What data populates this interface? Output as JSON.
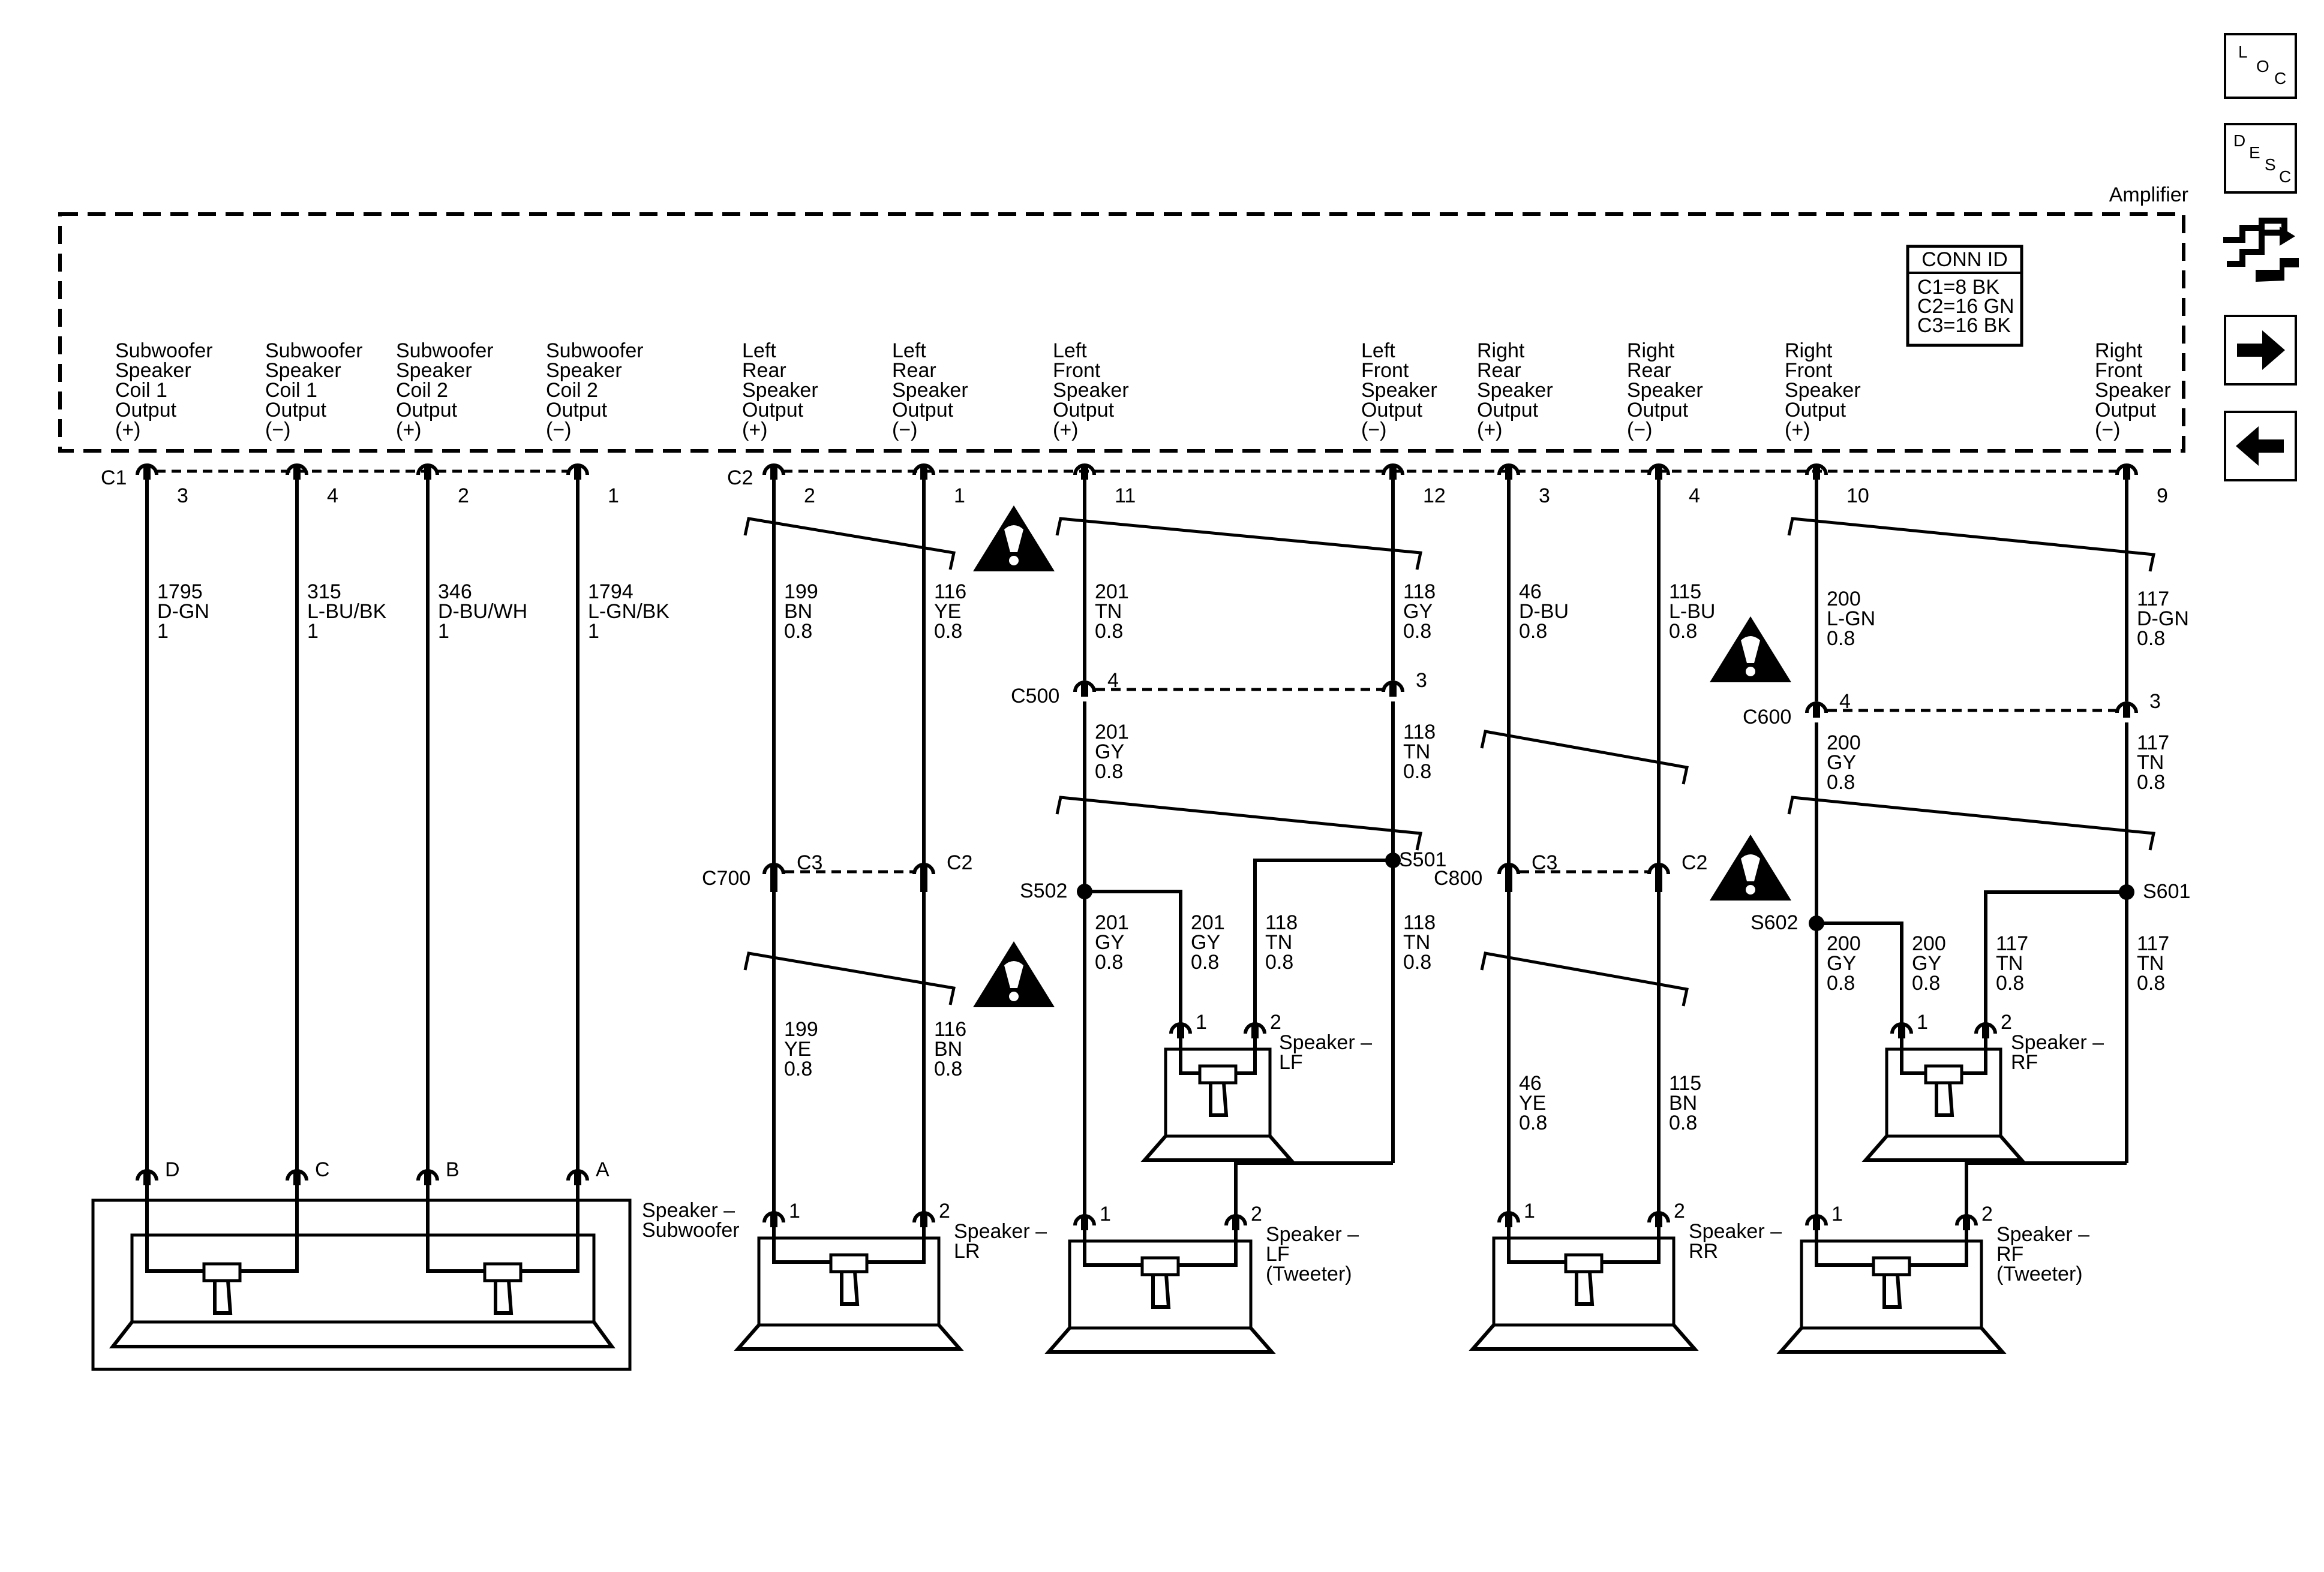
{
  "module": {
    "title": "Amplifier",
    "conn_id": {
      "title": "CONN ID",
      "lines": [
        "C1=8 BK",
        "C2=16 GN",
        "C3=16 BK"
      ]
    },
    "connectors": [
      "C1",
      "C2"
    ],
    "outputs": [
      [
        "Subwoofer",
        "Speaker",
        "Coil 1",
        "Output",
        "(+)"
      ],
      [
        "Subwoofer",
        "Speaker",
        "Coil 1",
        "Output",
        "(−)"
      ],
      [
        "Subwoofer",
        "Speaker",
        "Coil 2",
        "Output",
        "(+)"
      ],
      [
        "Subwoofer",
        "Speaker",
        "Coil 2",
        "Output",
        "(−)"
      ],
      [
        "Left",
        "Rear",
        "Speaker",
        "Output",
        "(+)"
      ],
      [
        "Left",
        "Rear",
        "Speaker",
        "Output",
        "(−)"
      ],
      [
        "Left",
        "Front",
        "Speaker",
        "Output",
        "(+)"
      ],
      [
        "Left",
        "Front",
        "Speaker",
        "Output",
        "(−)"
      ],
      [
        "Right",
        "Rear",
        "Speaker",
        "Output",
        "(+)"
      ],
      [
        "Right",
        "Rear",
        "Speaker",
        "Output",
        "(−)"
      ],
      [
        "Right",
        "Front",
        "Speaker",
        "Output",
        "(+)"
      ],
      [
        "Right",
        "Front",
        "Speaker",
        "Output",
        "(−)"
      ]
    ],
    "pins": [
      "3",
      "4",
      "2",
      "1",
      "2",
      "1",
      "11",
      "12",
      "3",
      "4",
      "10",
      "9"
    ]
  },
  "wires": {
    "top": [
      [
        "1795",
        "D-GN",
        "1"
      ],
      [
        "315",
        "L-BU/BK",
        "1"
      ],
      [
        "346",
        "D-BU/WH",
        "1"
      ],
      [
        "1794",
        "L-GN/BK",
        "1"
      ],
      [
        "199",
        "BN",
        "0.8"
      ],
      [
        "116",
        "YE",
        "0.8"
      ],
      [
        "201",
        "TN",
        "0.8"
      ],
      [
        "118",
        "GY",
        "0.8"
      ],
      [
        "46",
        "D-BU",
        "0.8"
      ],
      [
        "115",
        "L-BU",
        "0.8"
      ],
      [
        "200",
        "L-GN",
        "0.8"
      ],
      [
        "117",
        "D-GN",
        "0.8"
      ]
    ],
    "front_mid": [
      [
        "201",
        "GY",
        "0.8"
      ],
      [
        "118",
        "TN",
        "0.8"
      ],
      [
        "200",
        "GY",
        "0.8"
      ],
      [
        "117",
        "TN",
        "0.8"
      ]
    ],
    "rear_bottom": [
      [
        "199",
        "YE",
        "0.8"
      ],
      [
        "116",
        "BN",
        "0.8"
      ],
      [
        "46",
        "YE",
        "0.8"
      ],
      [
        "115",
        "BN",
        "0.8"
      ]
    ],
    "front_low": [
      [
        "201",
        "GY",
        "0.8"
      ],
      [
        "201",
        "GY",
        "0.8"
      ],
      [
        "118",
        "TN",
        "0.8"
      ],
      [
        "118",
        "TN",
        "0.8"
      ],
      [
        "200",
        "GY",
        "0.8"
      ],
      [
        "200",
        "GY",
        "0.8"
      ],
      [
        "117",
        "TN",
        "0.8"
      ],
      [
        "117",
        "TN",
        "0.8"
      ]
    ]
  },
  "inline_connectors": [
    {
      "name": "C500",
      "pins": [
        "4",
        "3"
      ]
    },
    {
      "name": "C600",
      "pins": [
        "4",
        "3"
      ]
    },
    {
      "name": "C700",
      "pins": [
        "C3",
        "C2"
      ]
    },
    {
      "name": "C800",
      "pins": [
        "C3",
        "C2"
      ]
    }
  ],
  "splices": [
    "S502",
    "S501",
    "S602",
    "S601"
  ],
  "speakers": {
    "subwoofer": {
      "name": [
        "Speaker –",
        "Subwoofer"
      ],
      "pins": [
        "D",
        "C",
        "B",
        "A"
      ]
    },
    "lr": {
      "name": [
        "Speaker –",
        "LR"
      ],
      "pins": [
        "1",
        "2"
      ]
    },
    "lf_tweeter": {
      "name": [
        "Speaker –",
        "LF",
        "(Tweeter)"
      ],
      "pins": [
        "1",
        "2"
      ]
    },
    "lf": {
      "name": [
        "Speaker –",
        "LF"
      ],
      "pins": [
        "1",
        "2"
      ]
    },
    "rr": {
      "name": [
        "Speaker –",
        "RR"
      ],
      "pins": [
        "1",
        "2"
      ]
    },
    "rf_tweeter": {
      "name": [
        "Speaker –",
        "RF",
        "(Tweeter)"
      ],
      "pins": [
        "1",
        "2"
      ]
    },
    "rf": {
      "name": [
        "Speaker –",
        "RF"
      ],
      "pins": [
        "1",
        "2"
      ]
    }
  },
  "toolbar": {
    "loc": [
      "L",
      "O",
      "C"
    ],
    "desc": [
      "D",
      "E",
      "S",
      "C"
    ],
    "buttons": [
      "schematic-link-icon",
      "next-arrow-icon",
      "previous-arrow-icon"
    ]
  }
}
